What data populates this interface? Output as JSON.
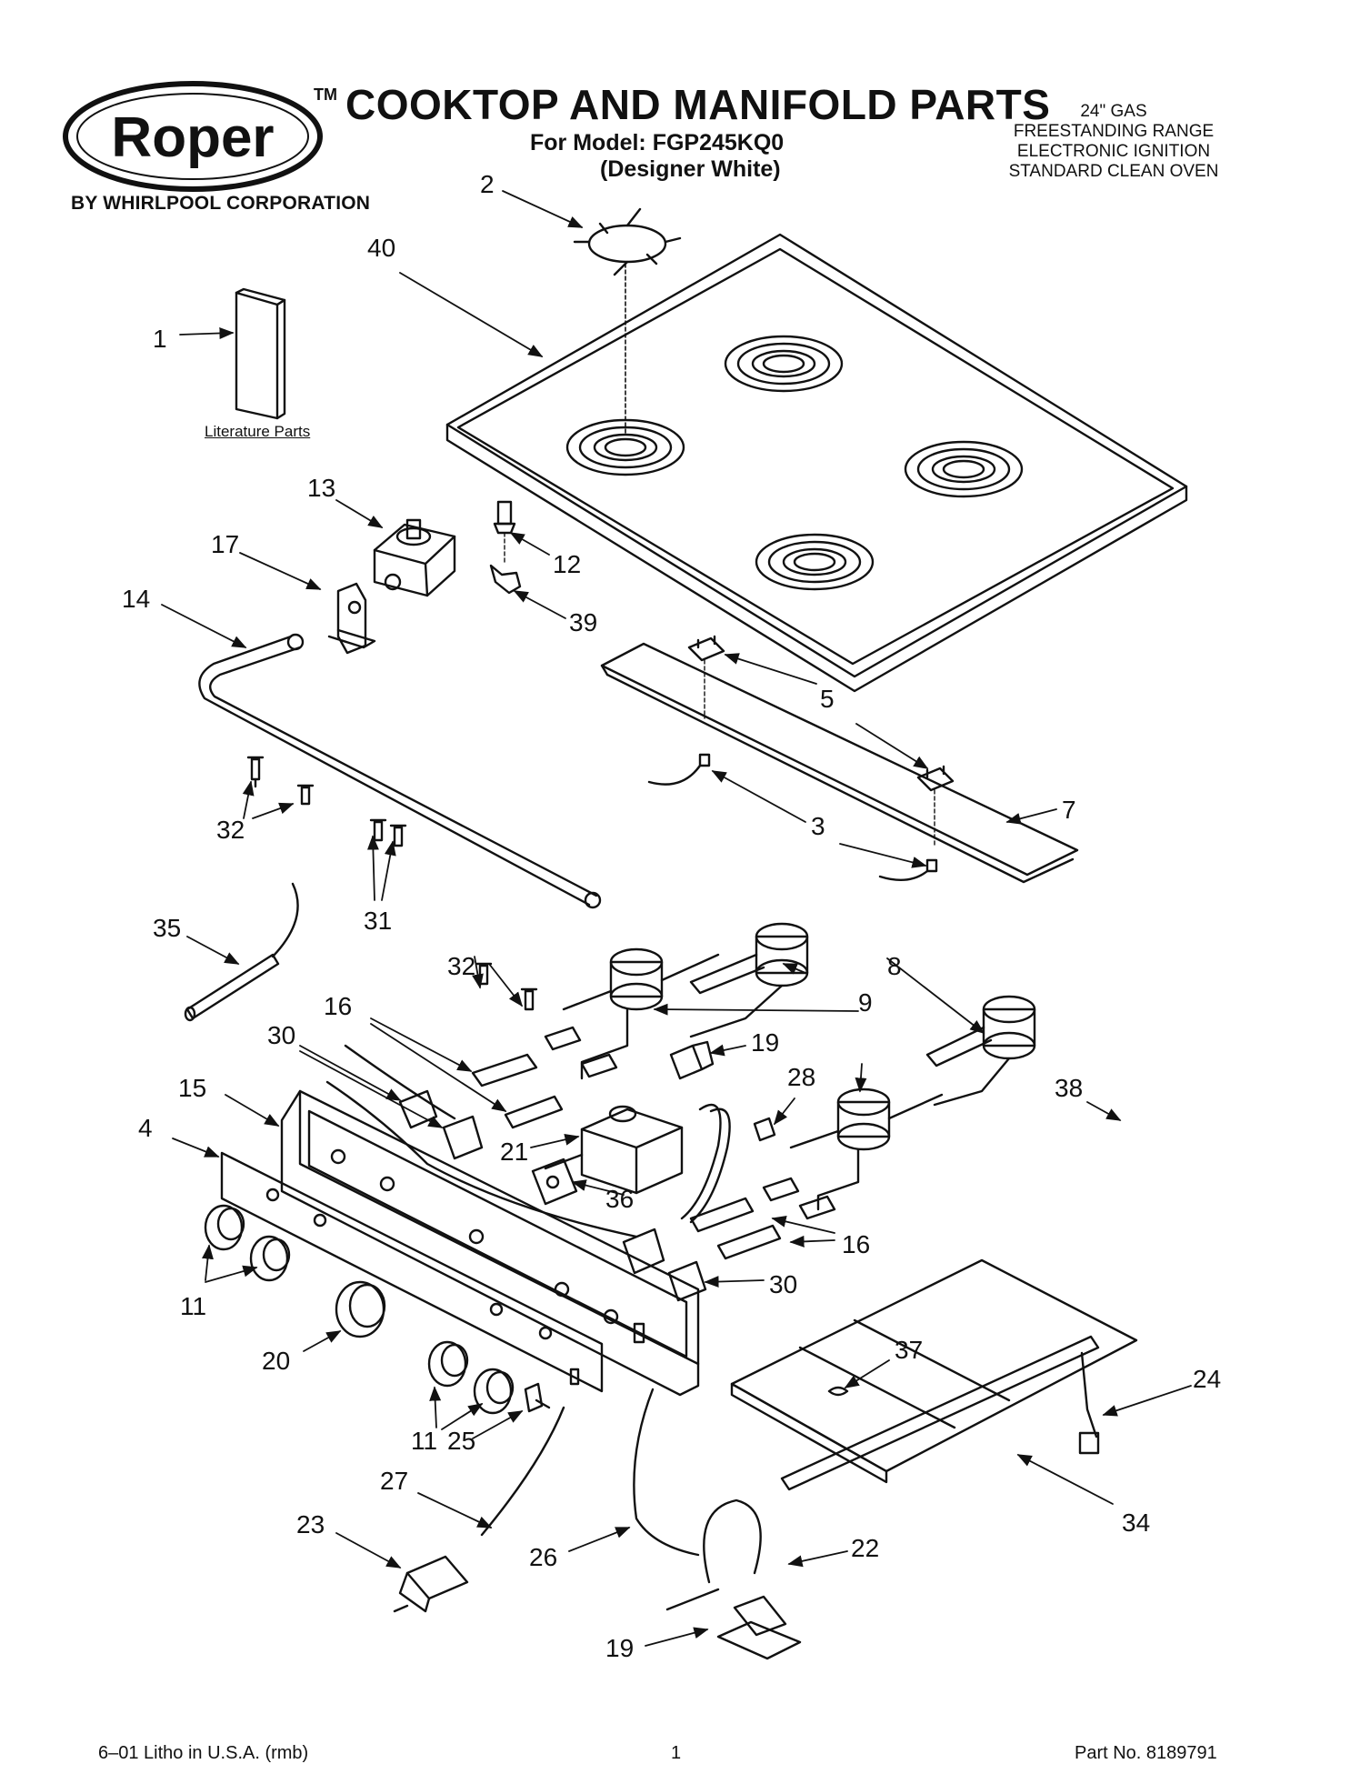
{
  "brand": {
    "logo_text": "Roper",
    "subtitle": "BY WHIRLPOOL CORPORATION"
  },
  "header": {
    "trademark": "TM",
    "title": "COOKTOP AND MANIFOLD PARTS",
    "model_line": "For Model: FGP245KQ0",
    "variant": "(Designer White)",
    "specs": [
      "24\" GAS",
      "FREESTANDING RANGE",
      "ELECTRONIC IGNITION",
      "STANDARD CLEAN OVEN"
    ]
  },
  "literature_label": "Literature Parts",
  "callouts": [
    "1",
    "2",
    "40",
    "13",
    "12",
    "17",
    "14",
    "39",
    "5",
    "7",
    "3",
    "32",
    "31",
    "35",
    "16",
    "30",
    "15",
    "4",
    "19",
    "28",
    "9",
    "8",
    "21",
    "36",
    "38",
    "11",
    "20",
    "25",
    "27",
    "23",
    "26",
    "22",
    "37",
    "24",
    "34"
  ],
  "footer": {
    "left": "6–01 Litho in U.S.A. (rmb)",
    "center": "1",
    "right": "Part No. 8189791"
  },
  "colors": {
    "ink": "#111111",
    "paper": "#ffffff"
  }
}
